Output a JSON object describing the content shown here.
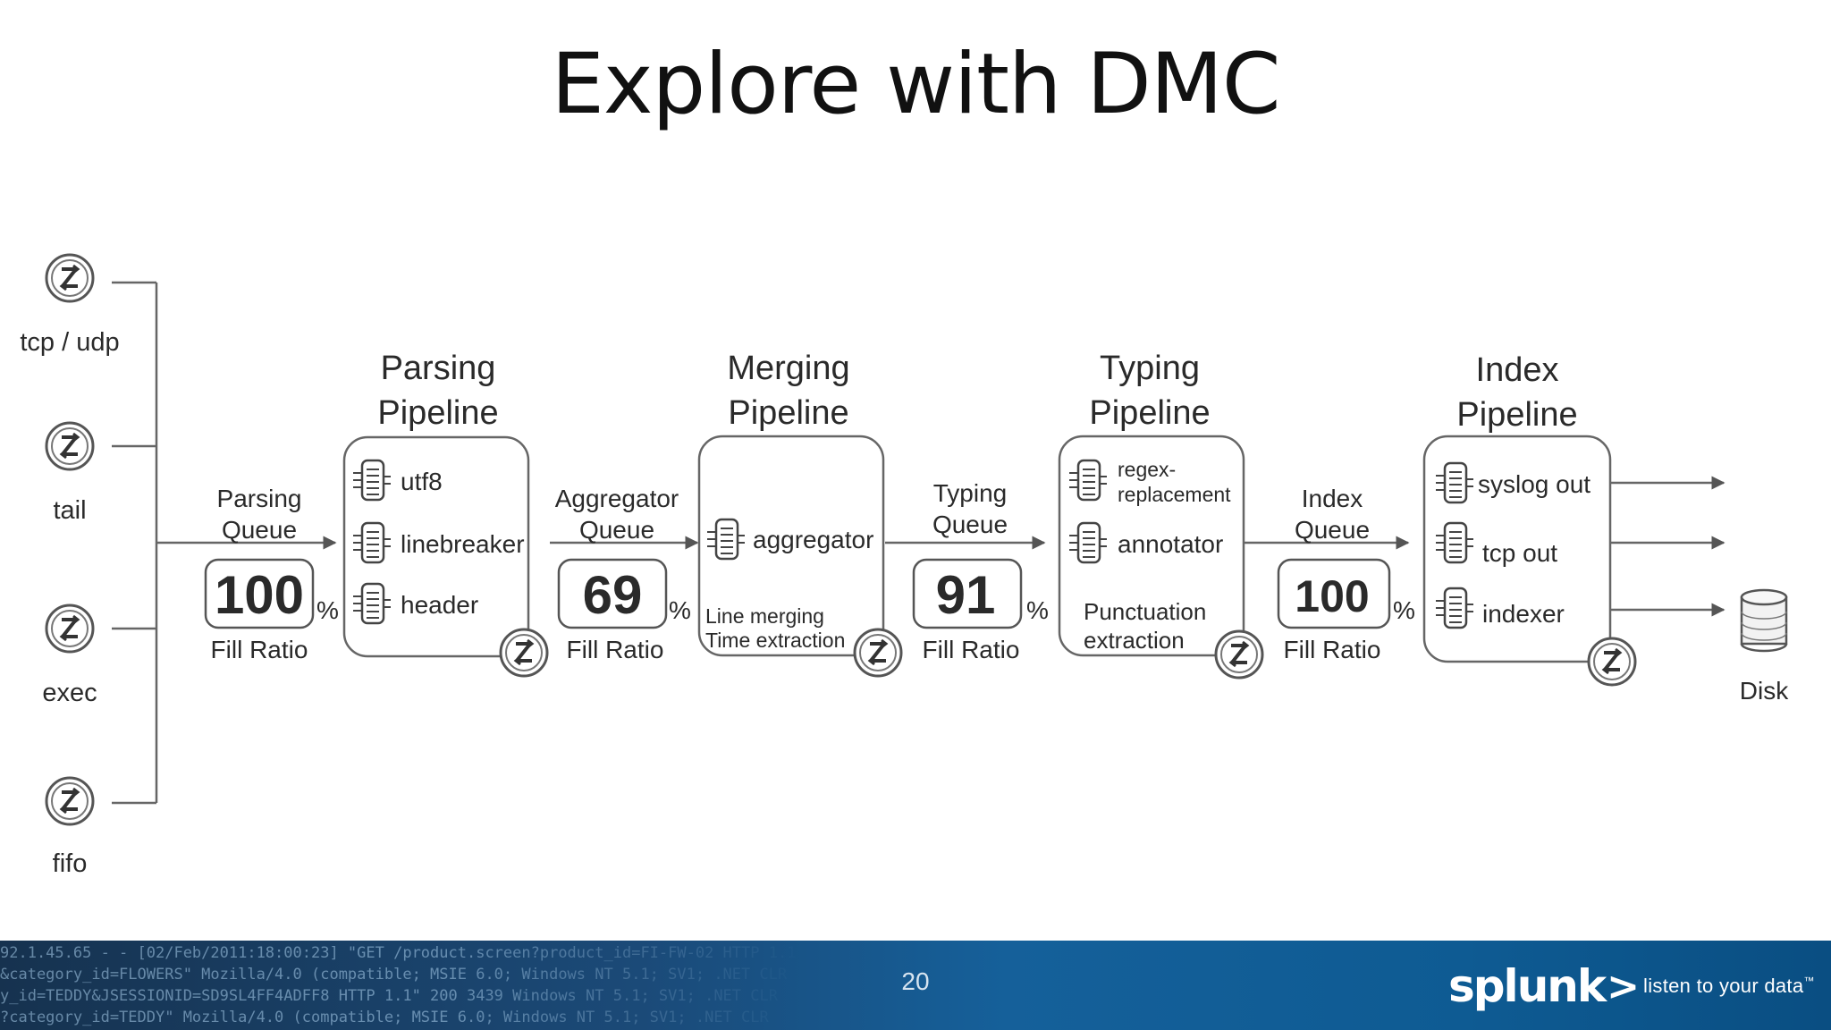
{
  "slide": {
    "title": "Explore with DMC",
    "page_number": "20",
    "logo_name": "splunk",
    "logo_symbol": ">",
    "tagline": "listen to your data",
    "tagline_mark": "™",
    "background_log_lines": [
      "92.1.45.65 - - [02/Feb/2011:18:00:23] \"GET /product.screen?product_id=FI-FW-02 HTTP 1.1\"",
      "&category_id=FLOWERS\" Mozilla/4.0 (compatible; MSIE 6.0; Windows NT 5.1; SV1; .NET CLR",
      "y_id=TEDDY&JSESSIONID=SD9SL4FF4ADFF8 HTTP 1.1\" 200 3439 Windows NT 5.1; SV1; .NET CLR",
      "?category_id=TEDDY\" Mozilla/4.0 (compatible; MSIE 6.0; Windows NT 5.1; SV1; .NET CLR"
    ]
  },
  "diagram": {
    "inputs": [
      "tcp / udp",
      "tail",
      "exec",
      "fifo"
    ],
    "input_icon": "splunk-process-icon",
    "queues": [
      {
        "name_line1": "Parsing",
        "name_line2": "Queue",
        "value": "100",
        "unit": "%",
        "caption": "Fill Ratio"
      },
      {
        "name_line1": "Aggregator",
        "name_line2": "Queue",
        "value": "69",
        "unit": "%",
        "caption": "Fill Ratio"
      },
      {
        "name_line1": "Typing",
        "name_line2": "Queue",
        "value": "91",
        "unit": "%",
        "caption": "Fill Ratio"
      },
      {
        "name_line1": "Index",
        "name_line2": "Queue",
        "value": "100",
        "unit": "%",
        "caption": "Fill Ratio"
      }
    ],
    "pipelines": [
      {
        "title_line1": "Parsing",
        "title_line2": "Pipeline",
        "processors": [
          "utf8",
          "linebreaker",
          "header"
        ],
        "notes": []
      },
      {
        "title_line1": "Merging",
        "title_line2": "Pipeline",
        "processors": [
          "aggregator"
        ],
        "notes": [
          "Line merging",
          "Time extraction"
        ]
      },
      {
        "title_line1": "Typing",
        "title_line2": "Pipeline",
        "processors": [
          "regex-",
          "replacement",
          "annotator"
        ],
        "notes": [
          "Punctuation",
          "extraction"
        ]
      },
      {
        "title_line1": "Index",
        "title_line2": "Pipeline",
        "processors": [
          "syslog out",
          "tcp out",
          "indexer"
        ],
        "notes": []
      }
    ],
    "output": "Disk"
  }
}
